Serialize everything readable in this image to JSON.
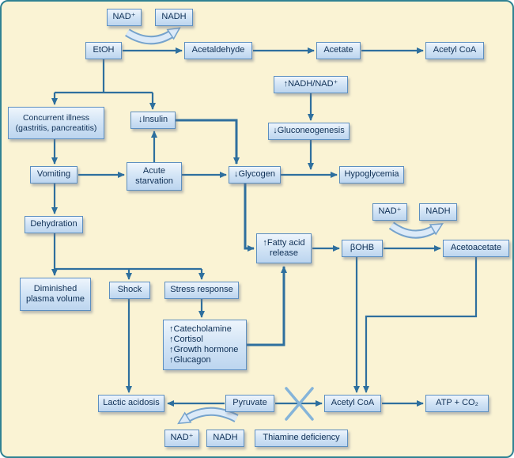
{
  "figure": {
    "background_color": "#faf3d4",
    "frame_color": "#2f8293",
    "arrow_color": "#2e6f9e",
    "node_fill": "#cfe2f6",
    "node_border": "#5d8fc0",
    "cofactor_swoosh_fill": "#dceaf8",
    "cofactor_swoosh_edge": "#76a3cc"
  },
  "nodes": {
    "nad_top_left": "NAD⁺",
    "nadh_top": "NADH",
    "etoh": "EtOH",
    "acetaldehyde": "Acetaldehyde",
    "acetate": "Acetate",
    "acetyl_coa_top": "Acetyl CoA",
    "nadh_nad_ratio": "↑NADH/NAD⁺",
    "concurrent_illness": "Concurrent illness\n(gastritis, pancreatitis)",
    "low_insulin": "↓Insulin",
    "low_gluconeogenesis": "↓Gluconeogenesis",
    "vomiting": "Vomiting",
    "acute_starvation": "Acute\nstarvation",
    "low_glycogen": "↓Glycogen",
    "hypoglycemia": "Hypoglycemia",
    "dehydration": "Dehydration",
    "nad_mid": "NAD⁺",
    "nadh_mid": "NADH",
    "fatty_acid_release": "↑Fatty acid\nrelease",
    "bohb": "βOHB",
    "acetoacetate": "Acetoacetate",
    "diminished_plasma_volume": "Diminished\nplasma volume",
    "shock": "Shock",
    "stress_response": "Stress response",
    "stress_hormones": "↑Catecholamine\n↑Cortisol\n↑Growth hormone\n↑Glucagon",
    "lactic_acidosis": "Lactic acidosis",
    "pyruvate": "Pyruvate",
    "acetyl_coa_bottom": "Acetyl CoA",
    "atp_co2": "ATP + CO₂",
    "nad_bottom": "NAD⁺",
    "nadh_bottom": "NADH",
    "thiamine_deficiency": "Thiamine deficiency"
  },
  "edges": [
    "EtOH → Acetaldehyde (NAD⁺ → NADH)",
    "Acetaldehyde → Acetate",
    "Acetate → Acetyl CoA",
    "EtOH → Concurrent illness (gastritis, pancreatitis)",
    "EtOH → ↓Insulin",
    "↑NADH/NAD⁺ → ↓Gluconeogenesis",
    "↓Gluconeogenesis → Hypoglycemia pathway",
    "Concurrent illness → Vomiting",
    "Vomiting → Acute starvation",
    "Acute starvation → ↓Insulin",
    "Acute starvation → ↓Glycogen",
    "↓Insulin → ↓Glycogen",
    "↓Glycogen → Hypoglycemia",
    "↓Glycogen → ↑Fatty acid release",
    "Vomiting → Dehydration",
    "Dehydration → Diminished plasma volume",
    "Dehydration → Shock",
    "Dehydration → Stress response",
    "Stress response → ↑Catecholamine/↑Cortisol/↑Growth hormone/↑Glucagon",
    "Stress hormones → ↑Fatty acid release",
    "↑Fatty acid release → βOHB",
    "βOHB → Acetoacetate (NAD⁺ → NADH)",
    "βOHB → Acetyl CoA",
    "Acetoacetate → Acetyl CoA",
    "Shock → Lactic acidosis",
    "Pyruvate → Lactic acidosis (NADH → NAD⁺)",
    "Pyruvate → Acetyl CoA (blocked by Thiamine deficiency)",
    "Acetyl CoA → ATP + CO₂"
  ]
}
